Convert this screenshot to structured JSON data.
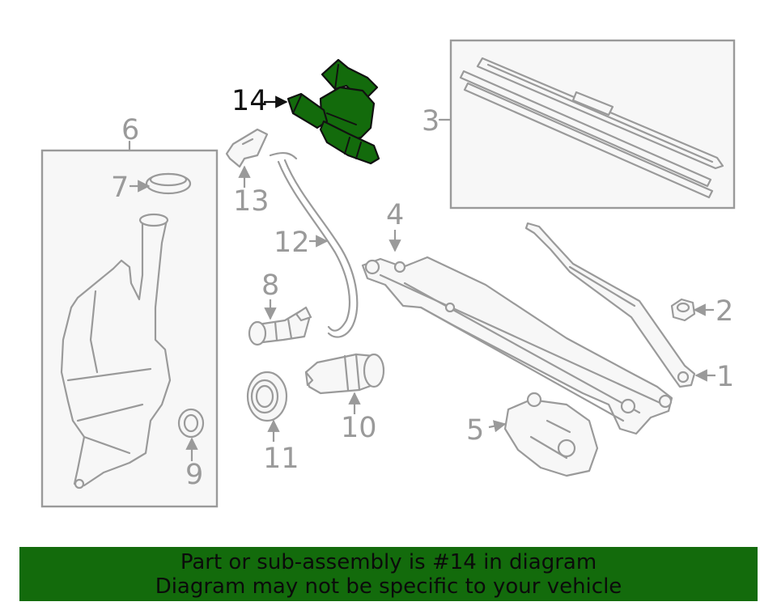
{
  "callouts": {
    "c1": "1",
    "c2": "2",
    "c3": "3",
    "c4": "4",
    "c5": "5",
    "c6": "6",
    "c7": "7",
    "c8": "8",
    "c9": "9",
    "c10": "10",
    "c11": "11",
    "c12": "12",
    "c13": "13",
    "c14": "14"
  },
  "highlight_color": "#136b0c",
  "part_color": "#9a9a9a",
  "banner": {
    "line1": "Part or sub-assembly is #14 in diagram",
    "line2": "Diagram may not be specific to your vehicle"
  }
}
